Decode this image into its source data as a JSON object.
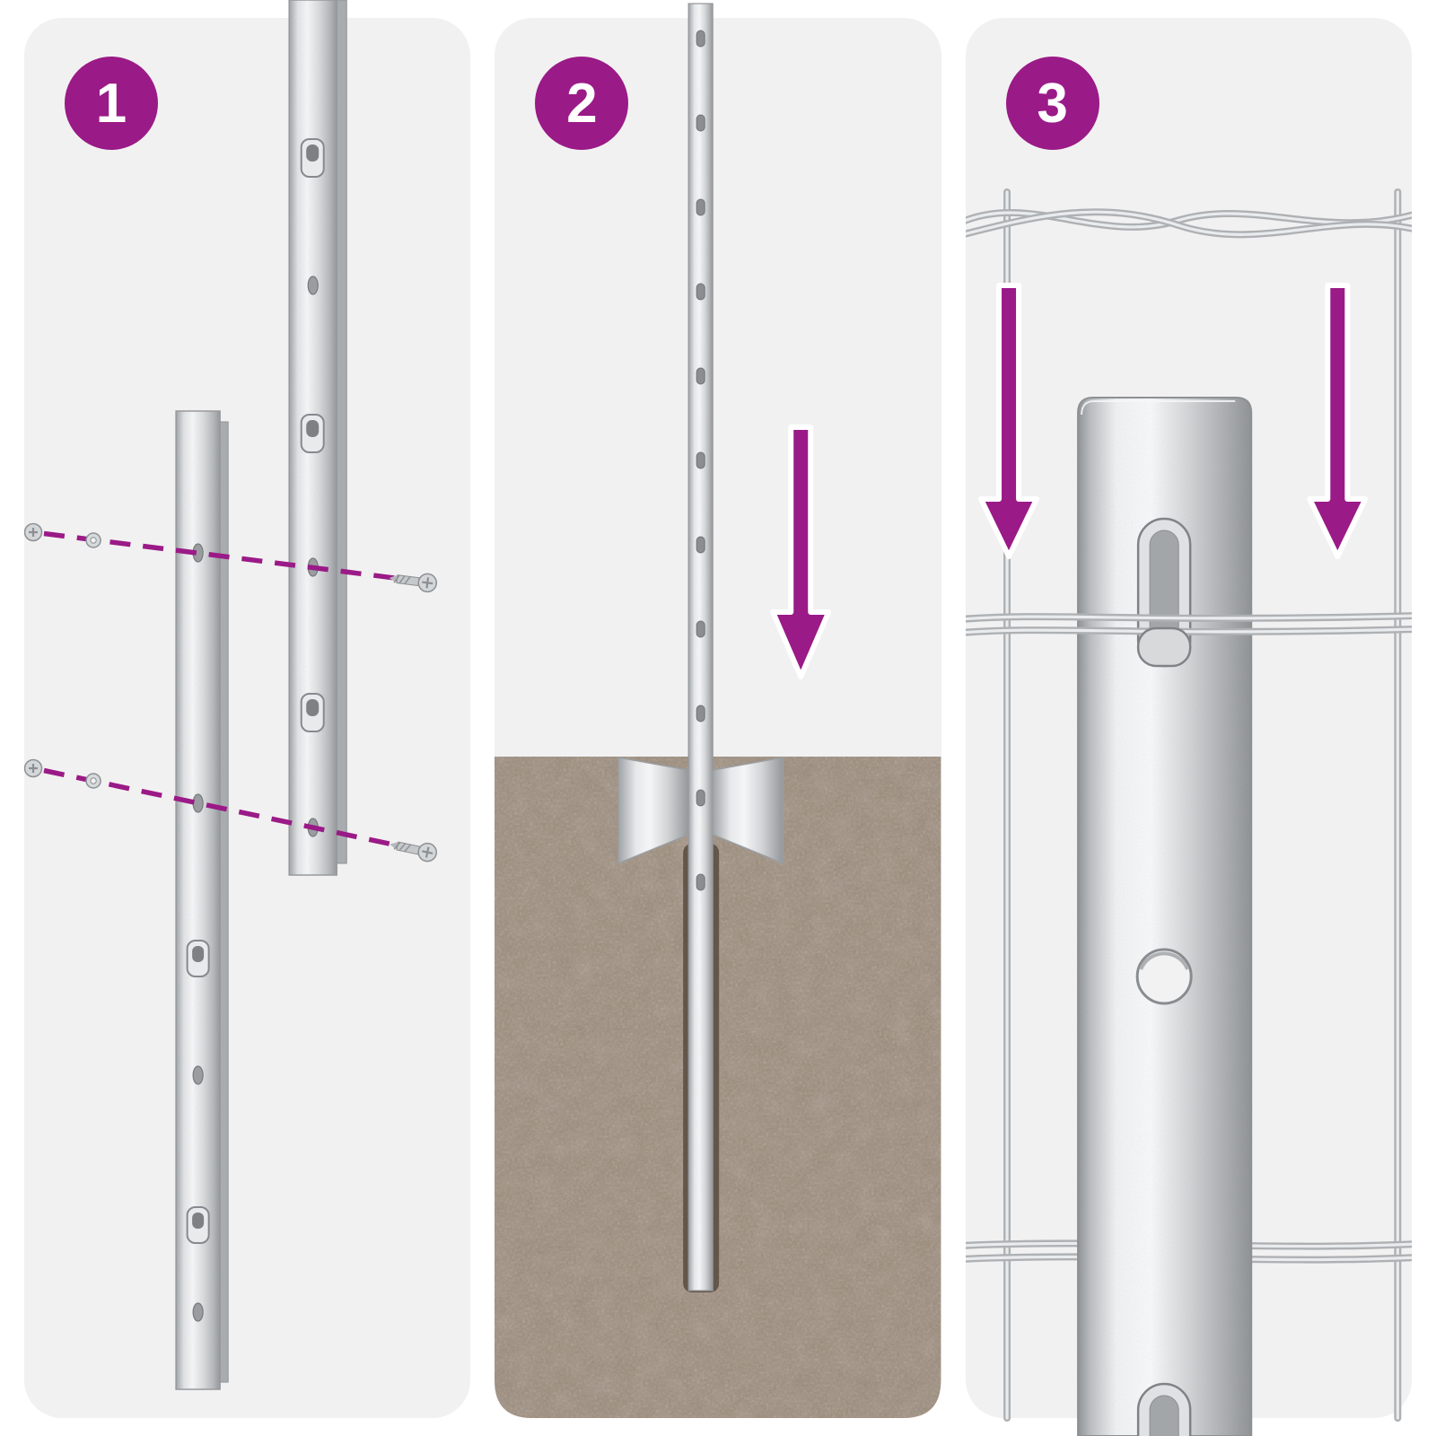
{
  "steps": [
    {
      "number": "1",
      "illustration": "bolt-two-post-sections-together"
    },
    {
      "number": "2",
      "illustration": "drive-post-into-ground"
    },
    {
      "number": "3",
      "illustration": "lower-mesh-onto-post-hooks"
    }
  ],
  "colors": {
    "accent": "#9A1A87",
    "panel_background": "#F2F1F1",
    "page_background": "#FFFFFF",
    "metal_light": "#F4F5F6",
    "metal_shadow": "#94979A",
    "soil_brown": "#9D8C7B",
    "wire_gray": "#AEB1B4"
  },
  "icons": {
    "step_badge": "circle-number",
    "direction_arrow": "down-arrow",
    "fastener_left": "screw-head-and-washer",
    "fastener_right": "threaded-screw"
  }
}
